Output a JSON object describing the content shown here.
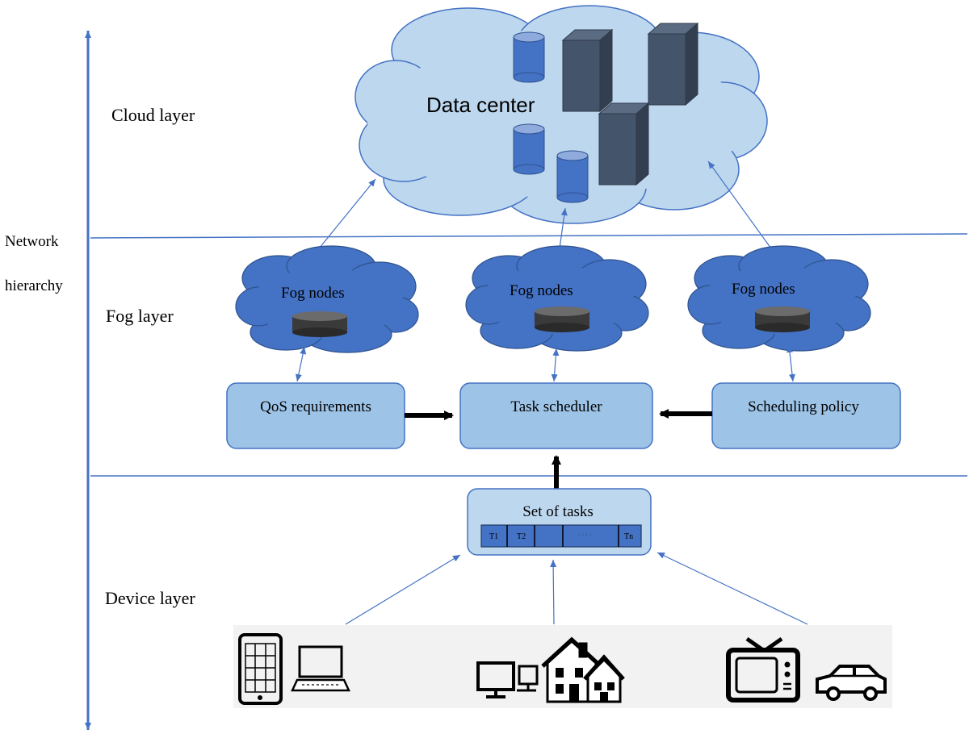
{
  "axis": {
    "label_line1": "Network",
    "label_line2": "hierarchy"
  },
  "layers": {
    "cloud": "Cloud layer",
    "fog": "Fog layer",
    "device": "Device layer"
  },
  "cloud": {
    "title": "Data center"
  },
  "fog_nodes": [
    {
      "label": "Fog nodes"
    },
    {
      "label": "Fog nodes"
    },
    {
      "label": "Fog nodes"
    }
  ],
  "boxes": {
    "qos": "QoS requirements",
    "scheduler": "Task scheduler",
    "policy": "Scheduling policy",
    "tasks": "Set of tasks"
  },
  "task_cells": [
    "T1",
    "T2",
    "",
    "· · · ·",
    "Tn"
  ],
  "devices": [
    {
      "icon": "smartphone-icon"
    },
    {
      "icon": "laptop-icon"
    },
    {
      "icon": "desktop-computers-icon"
    },
    {
      "icon": "houses-icon"
    },
    {
      "icon": "television-icon"
    },
    {
      "icon": "car-icon"
    }
  ],
  "colors": {
    "line": "#4472c4",
    "cloud_fill": "#bdd7ee",
    "fog_fill": "#4472c4",
    "box_fill": "#9dc3e6",
    "server": "#44546a",
    "db": "#4472c4",
    "disk": "#3f3f3f"
  }
}
